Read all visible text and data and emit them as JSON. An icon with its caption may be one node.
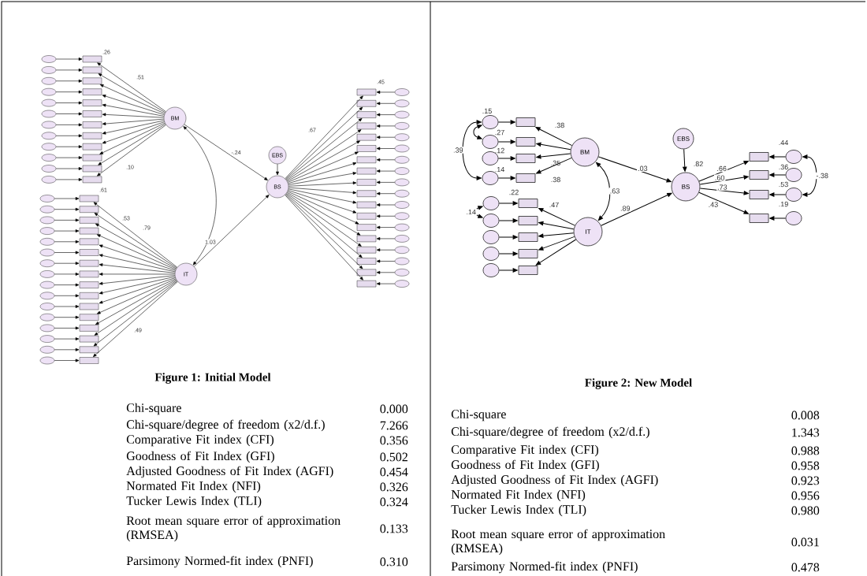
{
  "diagram": {
    "nodes": [
      {
        "text": [
          "BM"
        ]
      },
      {
        "text": [
          "IT"
        ]
      },
      {
        "text": [
          "EBS"
        ]
      },
      {
        "text": [
          "BS"
        ]
      },
      {
        "text": [],
        "shape": "box"
      },
      {
        "text": [],
        "shape": "box"
      },
      {
        "text": [],
        "shape": "box"
      },
      {
        "text": [],
        "shape": "box"
      },
      {
        "text": [],
        "shape": "box"
      },
      {
        "text": [],
        "shape": "box"
      },
      {
        "text": [],
        "shape": "box"
      },
      {
        "text": [],
        "shape": "box"
      },
      {
        "text": [],
        "shape": "box"
      },
      {
        "text": [],
        "shape": "box"
      },
      {
        "text": [],
        "shape": "box"
      },
      {
        "text": [],
        "shape": "box"
      },
      {
        "text": [],
        "shape": "circle"
      },
      {
        "text": [],
        "shape": "circle"
      },
      {
        "text": [],
        "shape": "circle"
      },
      {
        "text": [],
        "shape": "circle"
      },
      {
        "text": [],
        "shape": "circle"
      },
      {
        "text": [],
        "shape": "circle"
      },
      {
        "text": [],
        "shape": "circle"
      },
      {
        "text": [],
        "shape": "circle"
      },
      {
        "text": [],
        "shape": "circle"
      },
      {
        "text": [],
        "shape": "circle"
      },
      {
        "text": [],
        "shape": "circle"
      },
      {
        "text": [],
        "shape": "circle"
      },
      {
        "text": [],
        "shape": "box"
      },
      {
        "text": [],
        "shape": "box"
      },
      {
        "text": [],
        "shape": "box"
      },
      {
        "text": [],
        "shape": "box"
      },
      {
        "text": [],
        "shape": "box"
      },
      {
        "text": [],
        "shape": "box"
      },
      {
        "text": [],
        "shape": "box"
      },
      {
        "text": [],
        "shape": "box"
      },
      {
        "text": [],
        "shape": "box"
      },
      {
        "text": [],
        "shape": "box"
      },
      {
        "text": [],
        "shape": "box"
      },
      {
        "text": [],
        "shape": "box"
      },
      {
        "text": [],
        "shape": "box"
      },
      {
        "text": [],
        "shape": "box"
      },
      {
        "text": [],
        "shape": "box"
      },
      {
        "text": [],
        "shape": "box"
      },
      {
        "text": [],
        "shape": "circle"
      },
      {
        "text": [],
        "shape": "circle"
      },
      {
        "text": [],
        "shape": "circle"
      },
      {
        "text": [],
        "shape": "circle"
      },
      {
        "text": [],
        "shape": "circle"
      },
      {
        "text": [],
        "shape": "circle"
      },
      {
        "text": [],
        "shape": "circle"
      },
      {
        "text": [],
        "shape": "circle"
      },
      {
        "text": [],
        "shape": "circle"
      },
      {
        "text": [],
        "shape": "circle"
      },
      {
        "text": [],
        "shape": "circle"
      },
      {
        "text": [],
        "shape": "circle"
      },
      {
        "text": [],
        "shape": "circle"
      },
      {
        "text": [],
        "shape": "circle"
      },
      {
        "text": [],
        "shape": "circle"
      },
      {
        "text": [],
        "shape": "circle"
      },
      {
        "text": [],
        "shape": "box"
      },
      {
        "text": [],
        "shape": "box"
      },
      {
        "text": [],
        "shape": "box"
      },
      {
        "text": [],
        "shape": "box"
      },
      {
        "text": [],
        "shape": "box"
      },
      {
        "text": [],
        "shape": "box"
      },
      {
        "text": [],
        "shape": "box"
      },
      {
        "text": [],
        "shape": "box"
      },
      {
        "text": [],
        "shape": "box"
      },
      {
        "text": [],
        "shape": "box"
      },
      {
        "text": [],
        "shape": "box"
      },
      {
        "text": [],
        "shape": "box"
      },
      {
        "text": [],
        "shape": "box"
      },
      {
        "text": [],
        "shape": "box"
      },
      {
        "text": [],
        "shape": "box"
      },
      {
        "text": [],
        "shape": "box"
      },
      {
        "text": [],
        "shape": "box"
      },
      {
        "text": [],
        "shape": "box"
      },
      {
        "text": [],
        "shape": "circle"
      },
      {
        "text": [],
        "shape": "circle"
      },
      {
        "text": [],
        "shape": "circle"
      },
      {
        "text": [],
        "shape": "circle"
      },
      {
        "text": [],
        "shape": "circle"
      },
      {
        "text": [],
        "shape": "circle"
      },
      {
        "text": [],
        "shape": "circle"
      },
      {
        "text": [],
        "shape": "circle"
      },
      {
        "text": [],
        "shape": "circle"
      },
      {
        "text": [],
        "shape": "circle"
      },
      {
        "text": [],
        "shape": "circle"
      },
      {
        "text": [],
        "shape": "circle"
      },
      {
        "text": [],
        "shape": "circle"
      },
      {
        "text": [],
        "shape": "circle"
      },
      {
        "text": [],
        "shape": "circle"
      },
      {
        "text": [],
        "shape": "circle"
      },
      {
        "text": [],
        "shape": "circle"
      },
      {
        "text": [],
        "shape": "circle"
      },
      {
        "text": [
          "BM"
        ]
      },
      {
        "text": [
          "IT"
        ]
      },
      {
        "text": [
          "EBS"
        ]
      },
      {
        "text": [
          "BS"
        ]
      },
      {
        "text": [],
        "shape": "box"
      },
      {
        "text": [],
        "shape": "box"
      },
      {
        "text": [],
        "shape": "box"
      },
      {
        "text": [],
        "shape": "box"
      },
      {
        "text": [],
        "shape": "circle"
      },
      {
        "text": [],
        "shape": "circle"
      },
      {
        "text": [],
        "shape": "circle"
      },
      {
        "text": [],
        "shape": "circle"
      },
      {
        "text": [],
        "shape": "box"
      },
      {
        "text": [],
        "shape": "box"
      },
      {
        "text": [],
        "shape": "box"
      },
      {
        "text": [],
        "shape": "box"
      },
      {
        "text": [],
        "shape": "box"
      },
      {
        "text": [],
        "shape": "circle"
      },
      {
        "text": [],
        "shape": "circle"
      },
      {
        "text": [],
        "shape": "circle"
      },
      {
        "text": [],
        "shape": "circle"
      },
      {
        "text": [],
        "shape": "circle"
      },
      {
        "text": [],
        "shape": "box"
      },
      {
        "text": [],
        "shape": "box"
      },
      {
        "text": [],
        "shape": "box"
      },
      {
        "text": [],
        "shape": "box"
      },
      {
        "text": [],
        "shape": "circle"
      },
      {
        "text": [],
        "shape": "circle"
      },
      {
        "text": [],
        "shape": "circle"
      },
      {
        "text": [],
        "shape": "circle"
      }
    ],
    "edges": [
      {
        "from": 0,
        "to": 4,
        "arrow": "to"
      },
      {
        "from": 0,
        "to": 5,
        "arrow": "to"
      },
      {
        "from": 0,
        "to": 6,
        "arrow": "to"
      },
      {
        "from": 0,
        "to": 7,
        "arrow": "to"
      },
      {
        "from": 0,
        "to": 8,
        "arrow": "to"
      },
      {
        "from": 0,
        "to": 9,
        "arrow": "to"
      },
      {
        "from": 0,
        "to": 10,
        "arrow": "to"
      },
      {
        "from": 0,
        "to": 11,
        "arrow": "to"
      },
      {
        "from": 0,
        "to": 12,
        "arrow": "to"
      },
      {
        "from": 0,
        "to": 13,
        "arrow": "to"
      },
      {
        "from": 0,
        "to": 14,
        "arrow": "to"
      },
      {
        "from": 0,
        "to": 15,
        "arrow": "to"
      },
      {
        "from": 16,
        "to": 4,
        "arrow": "to"
      },
      {
        "from": 17,
        "to": 5,
        "arrow": "to"
      },
      {
        "from": 18,
        "to": 6,
        "arrow": "to"
      },
      {
        "from": 19,
        "to": 7,
        "arrow": "to"
      },
      {
        "from": 20,
        "to": 8,
        "arrow": "to"
      },
      {
        "from": 21,
        "to": 9,
        "arrow": "to"
      },
      {
        "from": 22,
        "to": 10,
        "arrow": "to"
      },
      {
        "from": 23,
        "to": 11,
        "arrow": "to"
      },
      {
        "from": 24,
        "to": 12,
        "arrow": "to"
      },
      {
        "from": 25,
        "to": 13,
        "arrow": "to"
      },
      {
        "from": 26,
        "to": 14,
        "arrow": "to"
      },
      {
        "from": 27,
        "to": 15,
        "arrow": "to"
      },
      {
        "from": 1,
        "to": 28,
        "arrow": "to"
      },
      {
        "from": 1,
        "to": 29,
        "arrow": "to"
      },
      {
        "from": 1,
        "to": 30,
        "arrow": "to"
      },
      {
        "from": 1,
        "to": 31,
        "arrow": "to"
      },
      {
        "from": 1,
        "to": 32,
        "arrow": "to"
      },
      {
        "from": 1,
        "to": 33,
        "arrow": "to"
      },
      {
        "from": 1,
        "to": 34,
        "arrow": "to"
      },
      {
        "from": 1,
        "to": 35,
        "arrow": "to"
      },
      {
        "from": 1,
        "to": 36,
        "arrow": "to"
      },
      {
        "from": 1,
        "to": 37,
        "arrow": "to"
      },
      {
        "from": 1,
        "to": 38,
        "arrow": "to"
      },
      {
        "from": 1,
        "to": 39,
        "arrow": "to"
      },
      {
        "from": 1,
        "to": 40,
        "arrow": "to"
      },
      {
        "from": 1,
        "to": 41,
        "arrow": "to"
      },
      {
        "from": 1,
        "to": 42,
        "arrow": "to"
      },
      {
        "from": 1,
        "to": 43,
        "arrow": "to"
      },
      {
        "from": 44,
        "to": 28,
        "arrow": "to"
      },
      {
        "from": 45,
        "to": 29,
        "arrow": "to"
      },
      {
        "from": 46,
        "to": 30,
        "arrow": "to"
      },
      {
        "from": 47,
        "to": 31,
        "arrow": "to"
      },
      {
        "from": 48,
        "to": 32,
        "arrow": "to"
      },
      {
        "from": 49,
        "to": 33,
        "arrow": "to"
      },
      {
        "from": 50,
        "to": 34,
        "arrow": "to"
      },
      {
        "from": 51,
        "to": 35,
        "arrow": "to"
      },
      {
        "from": 52,
        "to": 36,
        "arrow": "to"
      },
      {
        "from": 53,
        "to": 37,
        "arrow": "to"
      },
      {
        "from": 54,
        "to": 38,
        "arrow": "to"
      },
      {
        "from": 55,
        "to": 39,
        "arrow": "to"
      },
      {
        "from": 56,
        "to": 40,
        "arrow": "to"
      },
      {
        "from": 57,
        "to": 41,
        "arrow": "to"
      },
      {
        "from": 58,
        "to": 42,
        "arrow": "to"
      },
      {
        "from": 59,
        "to": 43,
        "arrow": "to"
      },
      {
        "from": 3,
        "to": 60,
        "arrow": "to"
      },
      {
        "from": 3,
        "to": 61,
        "arrow": "to"
      },
      {
        "from": 3,
        "to": 62,
        "arrow": "to"
      },
      {
        "from": 3,
        "to": 63,
        "arrow": "to"
      },
      {
        "from": 3,
        "to": 64,
        "arrow": "to"
      },
      {
        "from": 3,
        "to": 65,
        "arrow": "to"
      },
      {
        "from": 3,
        "to": 66,
        "arrow": "to"
      },
      {
        "from": 3,
        "to": 67,
        "arrow": "to"
      },
      {
        "from": 3,
        "to": 68,
        "arrow": "to"
      },
      {
        "from": 3,
        "to": 69,
        "arrow": "to"
      },
      {
        "from": 3,
        "to": 70,
        "arrow": "to"
      },
      {
        "from": 3,
        "to": 71,
        "arrow": "to"
      },
      {
        "from": 3,
        "to": 72,
        "arrow": "to"
      },
      {
        "from": 3,
        "to": 73,
        "arrow": "to"
      },
      {
        "from": 3,
        "to": 74,
        "arrow": "to"
      },
      {
        "from": 3,
        "to": 75,
        "arrow": "to"
      },
      {
        "from": 3,
        "to": 76,
        "arrow": "to"
      },
      {
        "from": 3,
        "to": 77,
        "arrow": "to"
      },
      {
        "from": 78,
        "to": 60,
        "arrow": "to"
      },
      {
        "from": 79,
        "to": 61,
        "arrow": "to"
      },
      {
        "from": 80,
        "to": 62,
        "arrow": "to"
      },
      {
        "from": 81,
        "to": 63,
        "arrow": "to"
      },
      {
        "from": 82,
        "to": 64,
        "arrow": "to"
      },
      {
        "from": 83,
        "to": 65,
        "arrow": "to"
      },
      {
        "from": 84,
        "to": 66,
        "arrow": "to"
      },
      {
        "from": 85,
        "to": 67,
        "arrow": "to"
      },
      {
        "from": 86,
        "to": 68,
        "arrow": "to"
      },
      {
        "from": 87,
        "to": 69,
        "arrow": "to"
      },
      {
        "from": 88,
        "to": 70,
        "arrow": "to"
      },
      {
        "from": 89,
        "to": 71,
        "arrow": "to"
      },
      {
        "from": 90,
        "to": 72,
        "arrow": "to"
      },
      {
        "from": 91,
        "to": 73,
        "arrow": "to"
      },
      {
        "from": 92,
        "to": 74,
        "arrow": "to"
      },
      {
        "from": 93,
        "to": 75,
        "arrow": "to"
      },
      {
        "from": 94,
        "to": 76,
        "arrow": "to"
      },
      {
        "from": 95,
        "to": 77,
        "arrow": "to"
      },
      {
        "from": 2,
        "to": 3,
        "arrow": "to"
      },
      {
        "from": 0,
        "to": 3,
        "arrow": "to",
        "label": "-.24"
      },
      {
        "from": 1,
        "to": 3,
        "arrow": "to",
        "label": "1.03"
      },
      {
        "from": 0,
        "to": 1,
        "arrow": "both"
      },
      {
        "from": 96,
        "to": 100,
        "arrow": "to"
      },
      {
        "from": 96,
        "to": 101,
        "arrow": "to"
      },
      {
        "from": 96,
        "to": 102,
        "arrow": "to"
      },
      {
        "from": 96,
        "to": 103,
        "arrow": "to"
      },
      {
        "from": 104,
        "to": 100,
        "arrow": "to"
      },
      {
        "from": 105,
        "to": 101,
        "arrow": "to"
      },
      {
        "from": 106,
        "to": 102,
        "arrow": "to"
      },
      {
        "from": 107,
        "to": 103,
        "arrow": "to"
      },
      {
        "from": 97,
        "to": 108,
        "arrow": "to"
      },
      {
        "from": 97,
        "to": 109,
        "arrow": "to"
      },
      {
        "from": 97,
        "to": 110,
        "arrow": "to"
      },
      {
        "from": 97,
        "to": 111,
        "arrow": "to"
      },
      {
        "from": 97,
        "to": 112,
        "arrow": "to"
      },
      {
        "from": 113,
        "to": 108,
        "arrow": "to"
      },
      {
        "from": 114,
        "to": 109,
        "arrow": "to"
      },
      {
        "from": 115,
        "to": 110,
        "arrow": "to"
      },
      {
        "from": 116,
        "to": 111,
        "arrow": "to"
      },
      {
        "from": 117,
        "to": 112,
        "arrow": "to"
      },
      {
        "from": 99,
        "to": 118,
        "arrow": "to",
        "label": ".66"
      },
      {
        "from": 99,
        "to": 119,
        "arrow": "to",
        "label": ".60"
      },
      {
        "from": 99,
        "to": 120,
        "arrow": "to",
        "label": ".73"
      },
      {
        "from": 99,
        "to": 121,
        "arrow": "to",
        "label": ".43"
      },
      {
        "from": 122,
        "to": 118,
        "arrow": "to"
      },
      {
        "from": 123,
        "to": 119,
        "arrow": "to"
      },
      {
        "from": 124,
        "to": 120,
        "arrow": "to"
      },
      {
        "from": 125,
        "to": 121,
        "arrow": "to"
      },
      {
        "from": 98,
        "to": 99,
        "arrow": "to"
      },
      {
        "from": 96,
        "to": 99,
        "arrow": "to",
        "label": ".03"
      },
      {
        "from": 97,
        "to": 99,
        "arrow": "to",
        "label": ".89"
      },
      {
        "from": 96,
        "to": 97,
        "arrow": "both",
        "label": ".63"
      },
      {
        "from": 104,
        "to": 107,
        "arrow": "both",
        "label": ".39"
      },
      {
        "from": 104,
        "to": 105,
        "arrow": "both"
      },
      {
        "from": 113,
        "to": 114,
        "arrow": "both",
        "label": ".14"
      },
      {
        "from": 122,
        "to": 124,
        "arrow": "both",
        "label": "-.38"
      }
    ],
    "labels": [
      ".26",
      ".51",
      ".10",
      ".61",
      ".53",
      ".79",
      ".49",
      ".67",
      ".45",
      "Figure 1: Initial Model",
      "Chi-square",
      "0.000",
      "Chi-square/degree of freedom (x2/d.f.)",
      "7.266",
      "Comparative Fit index (CFI)",
      "0.356",
      "Goodness of Fit Index (GFI)",
      "0.502",
      "Adjusted Goodness of Fit Index (AGFI)",
      "0.454",
      "Normated Fit Index (NFI)",
      "0.326",
      "Tucker Lewis Index (TLI)",
      "0.324",
      "Root mean square error of approximation (RMSEA)",
      "0.133",
      "Parsimony Normed-fit index (PNFI)",
      "0.310",
      ".15",
      ".38",
      ".27",
      ".12",
      ".14",
      ".35",
      ".38",
      ".22",
      ".47",
      ".82",
      ".44",
      ".36",
      ".53",
      ".19",
      "Figure 2: New Model",
      "Chi-square",
      "0.008",
      "Chi-square/degree of freedom (x2/d.f.)",
      "1.343",
      "Comparative Fit index (CFI)",
      "0.988",
      "Goodness of Fit Index (GFI)",
      "0.958",
      "Adjusted Goodness of Fit Index (AGFI)",
      "0.923",
      "Normated Fit Index (NFI)",
      "0.956",
      "Tucker Lewis Index (TLI)",
      "0.980",
      "Root mean square error of approximation (RMSEA)",
      "0.031",
      "Parsimony Normed-fit index (PNFI)",
      "0.478"
    ]
  }
}
